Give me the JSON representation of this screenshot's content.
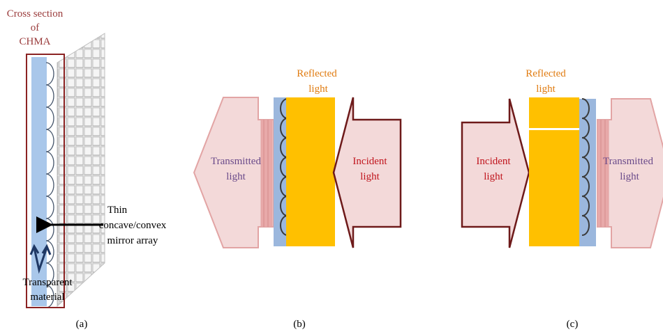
{
  "panel_a": {
    "title_lines": [
      "Cross section",
      "of",
      "CHMA"
    ],
    "mirror_label_lines": [
      "Thin",
      "concave/convex",
      "mirror array"
    ],
    "material_label_lines": [
      "Transparent",
      "material"
    ],
    "caption": "(a)"
  },
  "panel_b": {
    "reflected_lines": [
      "Reflected",
      "light"
    ],
    "transmitted_lines": [
      "Transmitted",
      "light"
    ],
    "incident_lines": [
      "Incident",
      "light"
    ],
    "caption": "(b)"
  },
  "panel_c": {
    "reflected_lines": [
      "Reflected",
      "light"
    ],
    "incident_lines": [
      "Incident",
      "light"
    ],
    "transmitted_lines": [
      "Transmitted",
      "light"
    ],
    "caption": "(c)"
  },
  "colors": {
    "title_red": "#9a3b3b",
    "frame_red": "#8b2323",
    "reflected_orange": "#e07b10",
    "transmitted_purple": "#6a4a8a",
    "incident_red": "#c0141c",
    "arrow_fill": "#f3d9d9",
    "arrow_stroke_light": "#e2a4a4",
    "arrow_stroke_dark": "#6e1a1a",
    "yellow_block": "#ffc000",
    "blue_slab": "#9bb7dd",
    "light_blue_slab": "#a9c7ea",
    "mirror_curve": "#44546a",
    "pointer_blue": "#1f3864"
  }
}
